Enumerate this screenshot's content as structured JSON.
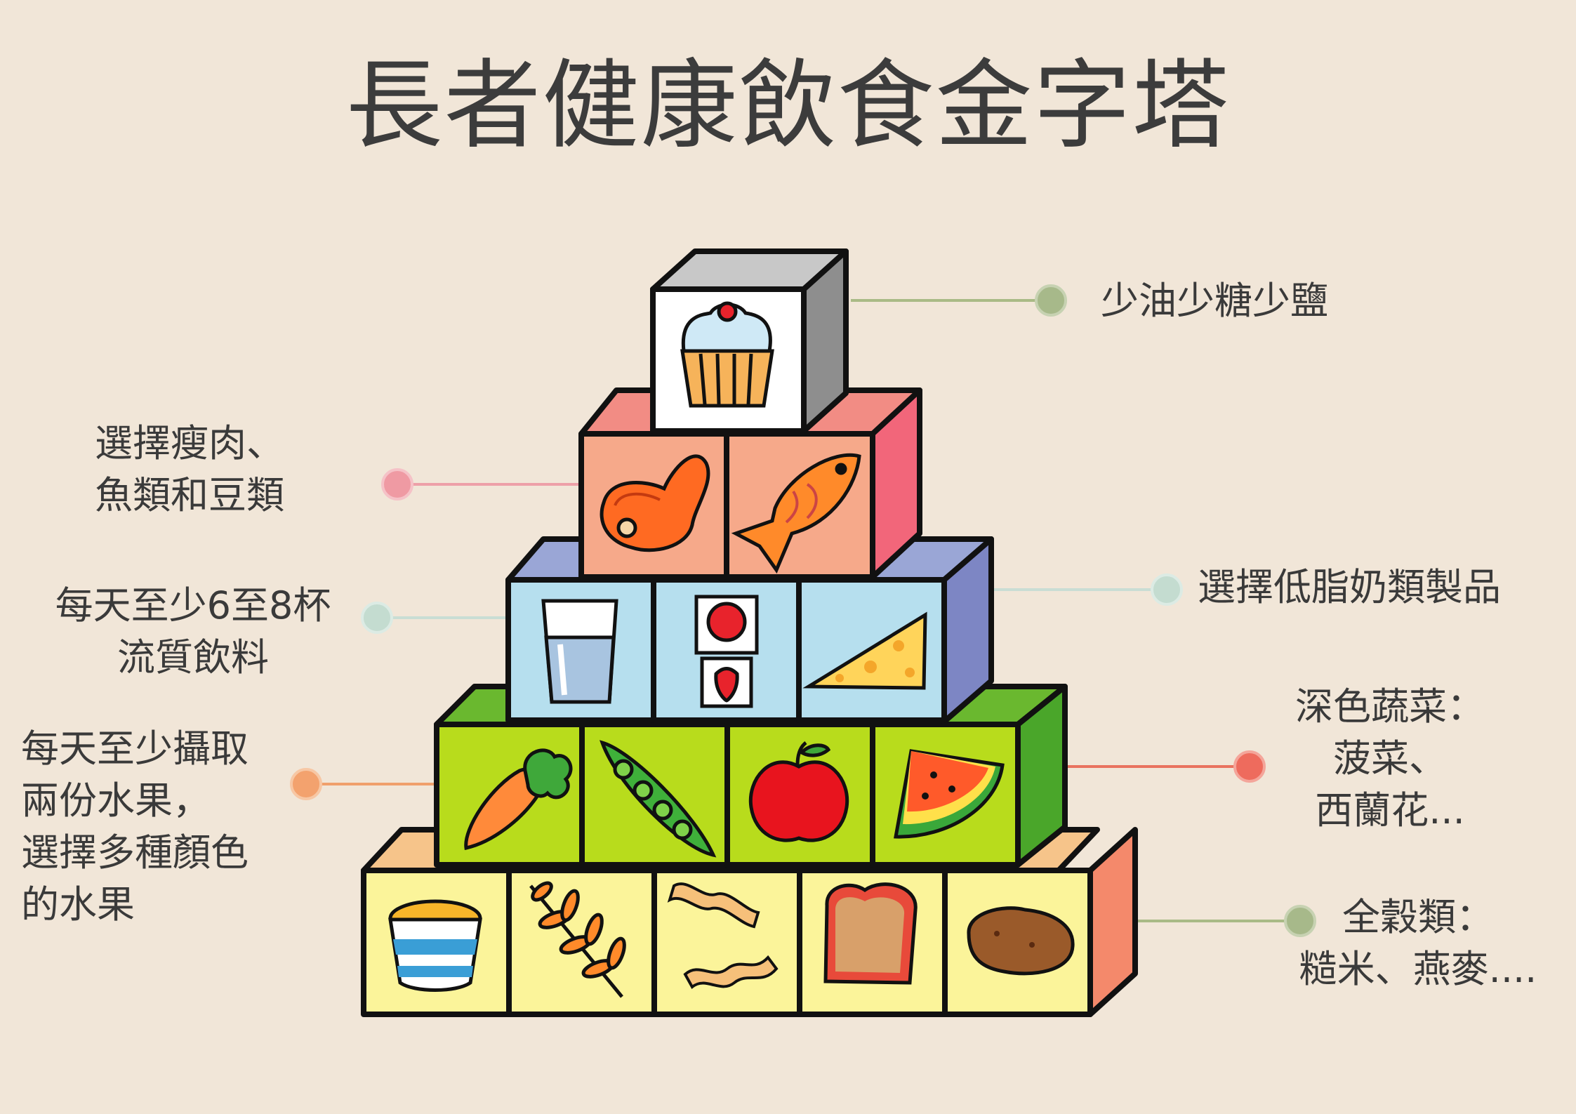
{
  "title": "長者健康飲食金字塔",
  "labels": {
    "top": [
      "少油少糖少鹽"
    ],
    "protein": [
      "選擇瘦肉、",
      "魚類和豆類"
    ],
    "fluids": [
      "每天至少6至8杯",
      "流質飲料"
    ],
    "dairy": [
      "選擇低脂奶類製品"
    ],
    "fruit": [
      "每天至少攝取",
      "兩份水果，",
      "選擇多種顏色",
      "的水果"
    ],
    "vegetables": [
      "深色蔬菜：",
      "菠菜、",
      "西蘭花..."
    ],
    "grains": [
      "全穀類：",
      "糙米、燕麥...."
    ]
  },
  "colors": {
    "background": "#f1e6d8",
    "top_front": "#ffffff",
    "top_side": "#8e8e8e",
    "top_roof": "#c8c8c8",
    "protein_front": "#f6a98a",
    "protein_side": "#f2667a",
    "protein_roof": "#f28c84",
    "dairy_front": "#b6dfee",
    "dairy_side": "#7d86c4",
    "dairy_roof": "#9aa6d6",
    "veg_front": "#b8dc1c",
    "veg_side": "#4aa62a",
    "veg_roof": "#6ab82f",
    "grain_front": "#fbf49a",
    "grain_side": "#f4896b",
    "grain_roof": "#f6c48a",
    "dot_green": "#a7b98a",
    "dot_pink": "#ef9aa3",
    "dot_mint": "#c4dcd0",
    "dot_orange": "#f3a26e",
    "dot_red": "#ee6b5d",
    "line_green": "#a9ba86",
    "line_pink": "#eda0a8",
    "line_mint": "#c9ddd4",
    "line_orange": "#f0a06c",
    "line_red": "#e9735f"
  },
  "icons": {
    "top": [
      "cupcake-icon"
    ],
    "protein": [
      "meat-steak-icon",
      "fish-icon"
    ],
    "dairy": [
      "milk-glass-icon",
      "yogurt-icon",
      "cheese-icon"
    ],
    "vegetables": [
      "carrot-icon",
      "peapod-icon",
      "apple-icon",
      "watermelon-icon"
    ],
    "grains": [
      "cereal-bowl-icon",
      "wheat-icon",
      "pasta-icon",
      "bread-icon",
      "potato-icon"
    ]
  }
}
